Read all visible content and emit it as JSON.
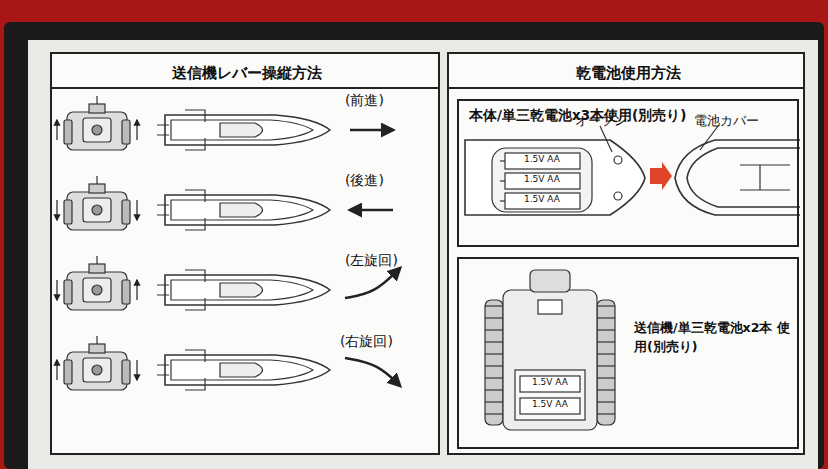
{
  "diagram": {
    "nodes": [
      {
        "text": [
          "送信機レバー操縦方法"
        ]
      },
      {
        "text": [
          "乾電池使用方法"
        ]
      },
      {
        "text": [
          "本体/単三乾電池x3本使用(別売り)"
        ],
        "in": 1
      },
      {
        "text": [
          "送信機/単三乾電池x2本 使用(別売り)"
        ],
        "in": 1
      }
    ],
    "labels": [
      "(前進)",
      "(後進)",
      "(左旋回)",
      "(右旋回)",
      "オープン",
      "電池カバー",
      "1.5V AA",
      "1.5V AA",
      "1.5V AA",
      "1.5V AA",
      "1.5V AA"
    ]
  }
}
